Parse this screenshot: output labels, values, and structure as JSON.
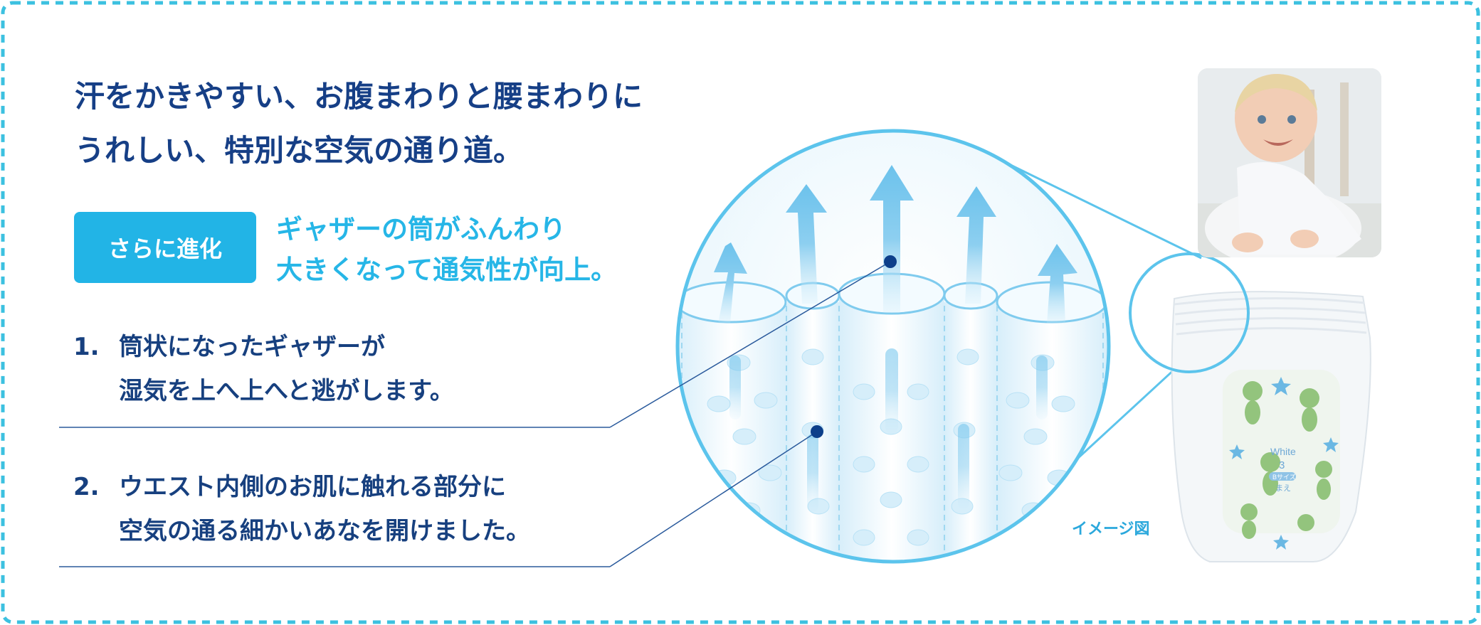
{
  "headline": {
    "line1": "汗をかきやすい、お腹まわりと腰まわりに",
    "line2": "うれしい、特別な空気の通り道。"
  },
  "badge": {
    "label": "さらに進化"
  },
  "subheadline": {
    "line1": "ギャザーの筒がふんわり",
    "line2": "大きくなって通気性が向上。"
  },
  "points": [
    {
      "number": "1.",
      "line1": "筒状になったギャザーが",
      "line2": "湿気を上へ上へと逃がします。"
    },
    {
      "number": "2.",
      "line1": "ウエスト内側のお肌に触れる部分に",
      "line2": "空気の通る細かいあなを開けました。"
    }
  ],
  "image_note": "イメージ図",
  "diaper_print": {
    "brand": "White",
    "size_number": "3",
    "size_label": "Bサイズ",
    "side_label": "まえ"
  },
  "colors": {
    "navy": "#163f86",
    "cyan": "#22b4e6",
    "frame_dashed": "#3cc1e0",
    "magnifier": "#7fd0ee"
  },
  "icons": [
    "baby-photo",
    "diaper-illustration",
    "gather-tubes-illustration",
    "airflow-arrow-icon"
  ]
}
